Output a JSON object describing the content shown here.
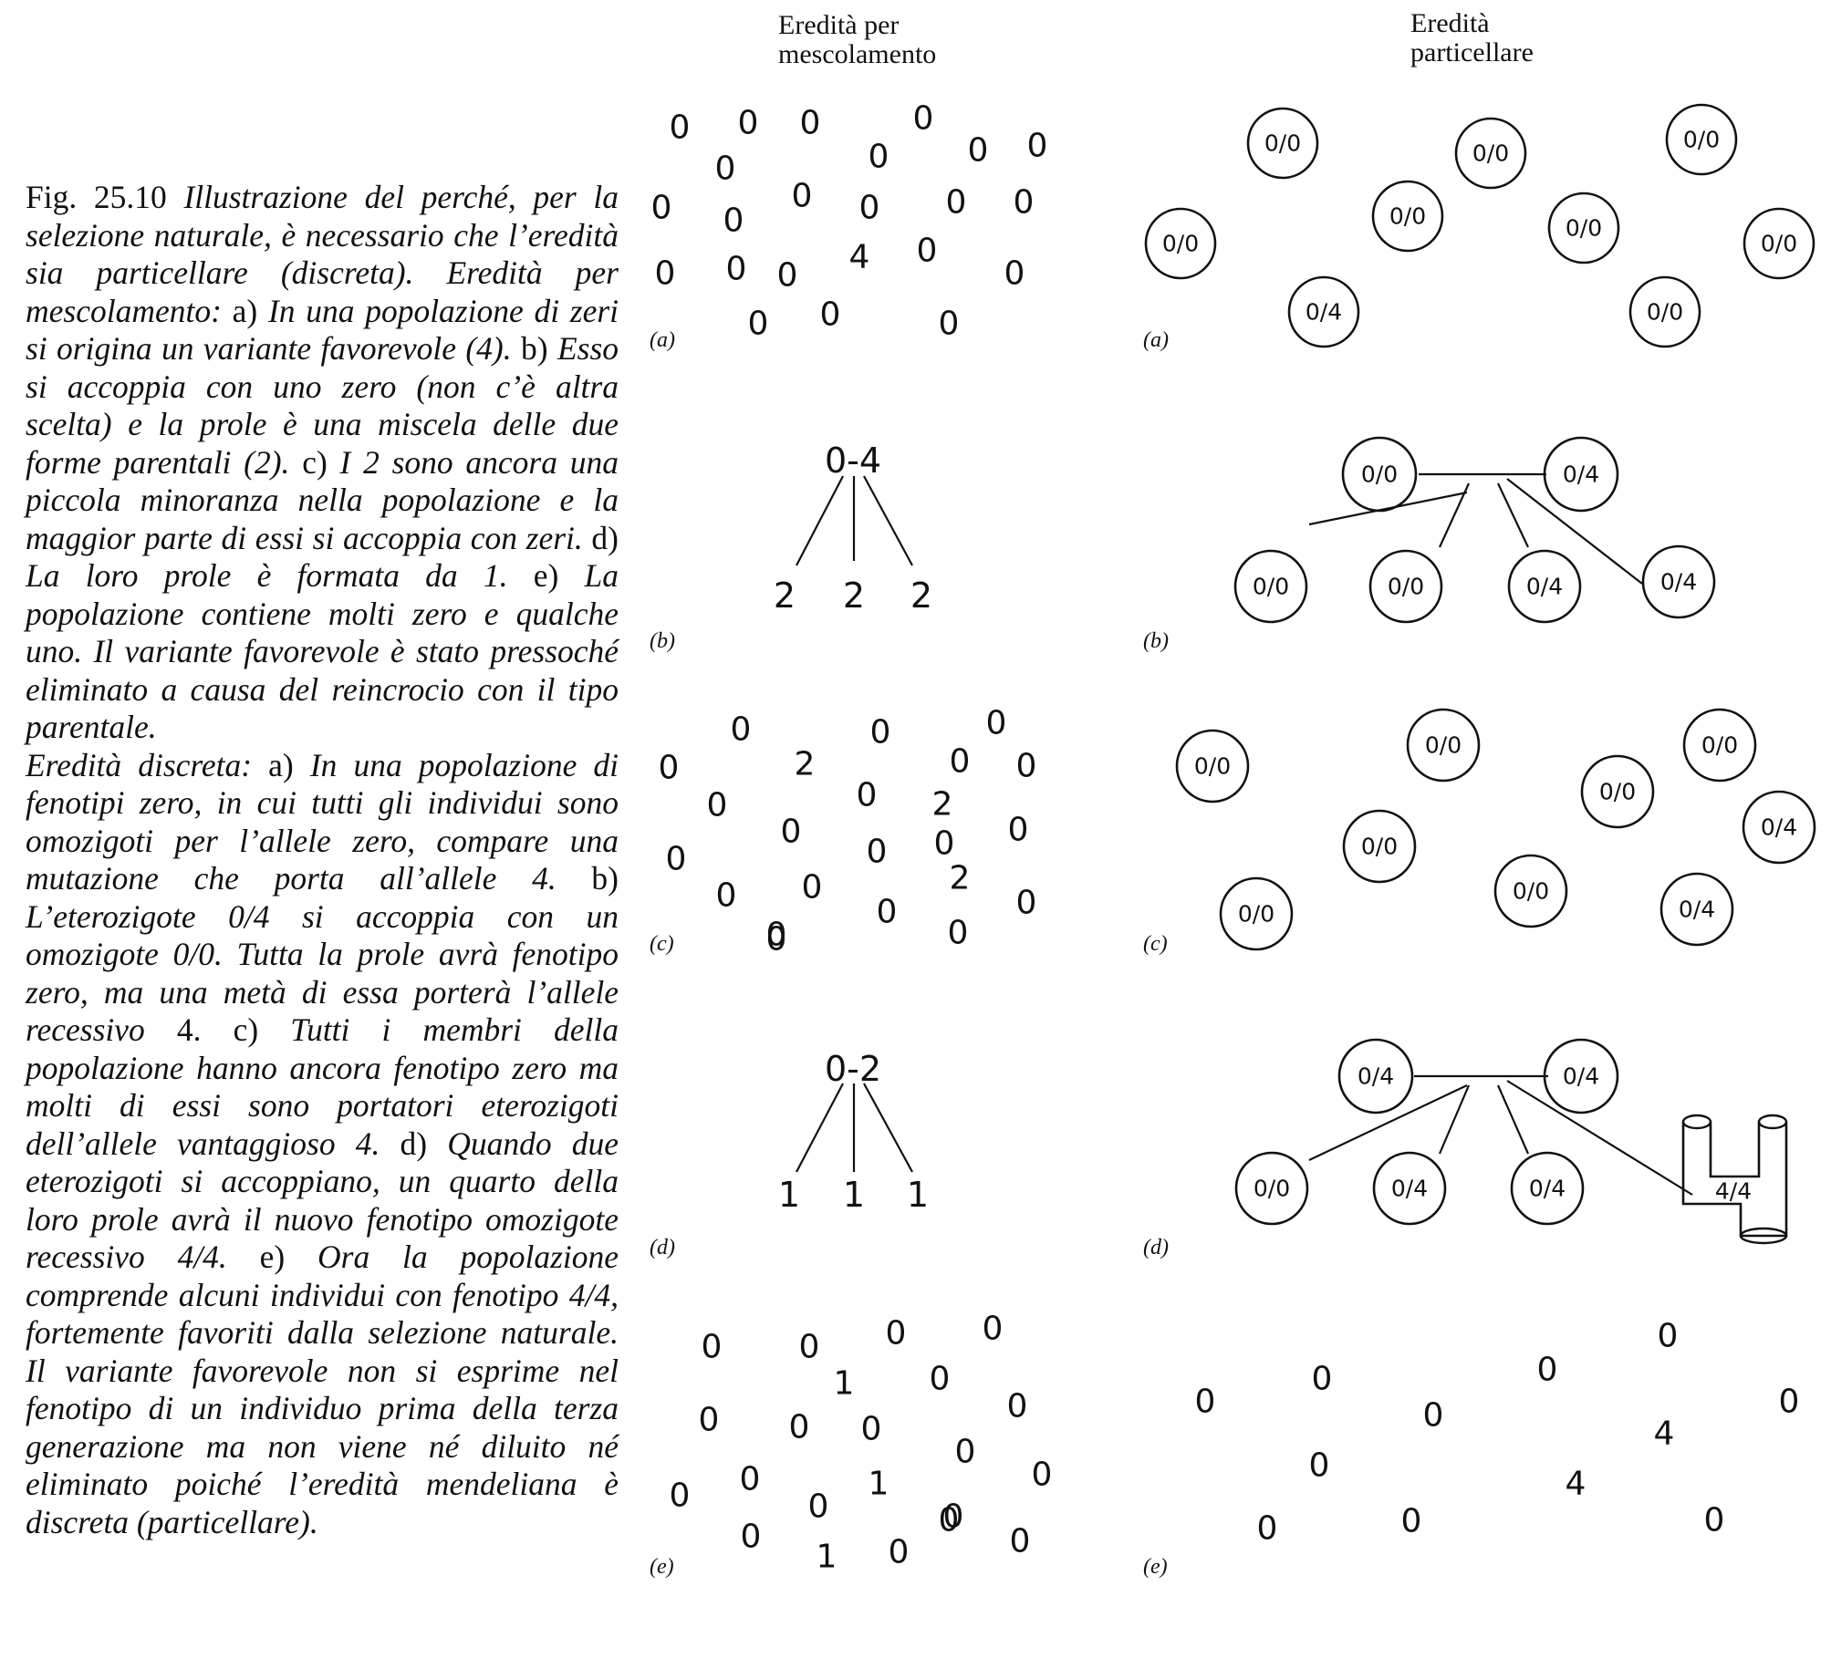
{
  "caption": {
    "fig_label": "Fig. 25.10",
    "intro": "Illustrazione del perché, per la selezione naturale, è necessario che l’eredità sia particellare (discreta).",
    "blending_title": "Eredità per mescolamento:",
    "blending": [
      {
        "letter": "a)",
        "text": "In una popolazione di zeri si origina un variante favorevole (4)."
      },
      {
        "letter": "b)",
        "text": "Esso si accoppia con uno zero (non c’è altra scelta) e la prole è una miscela delle due forme parentali (2)."
      },
      {
        "letter": "c)",
        "text": "I 2 sono ancora una piccola minoranza nella popolazione e la maggior parte di essi si accoppia con zeri."
      },
      {
        "letter": "d)",
        "text": "La loro prole è formata da 1."
      },
      {
        "letter": "e)",
        "text": "La popolazione contiene molti zero e qualche uno. Il variante favorevole è stato pressoché eliminato a causa del reincrocio con il tipo parentale."
      }
    ],
    "discrete_title": "Eredità discreta:",
    "discrete": [
      {
        "letter": "a)",
        "text": "In una popolazione di fenotipi zero, in cui tutti gli individui sono omozigoti per l’allele zero, compare una mutazione che porta all’allele 4."
      },
      {
        "letter": "b)",
        "text": "L’eterozigote 0/4 si accoppia con un omozigote 0/0. Tutta la prole avrà fenotipo zero, ma una metà di essa porterà l’allele recessivo",
        "tail_plain": "4.",
        "has_tail": true
      },
      {
        "letter": "c)",
        "text": "Tutti i membri della popolazione hanno ancora fenotipo zero ma molti di essi sono portatori eterozigoti dell’allele vantaggioso 4."
      },
      {
        "letter": "d)",
        "text": "Quando due eterozigoti si accoppiano, un quarto della loro prole avrà il nuovo fenotipo omozigote recessivo 4/4."
      },
      {
        "letter": "e)",
        "text": "Ora la popolazione comprende alcuni individui con fenotipo 4/4, fortemente favoriti dalla selezione naturale. Il variante favorevole non si esprime nel fenotipo di un individuo prima della terza generazione ma non viene né diluito né eliminato poiché l’eredità mendeliana è discreta (particellare)."
      }
    ]
  },
  "headers": {
    "blending": [
      "Eredità per",
      "mescolamento"
    ],
    "particulate": [
      "Eredità",
      "particellare"
    ]
  },
  "panel_labels": [
    "(a)",
    "(b)",
    "(c)",
    "(d)",
    "(e)"
  ],
  "blending_panels": {
    "a": [
      "0",
      "0",
      "0",
      "0",
      "0",
      "0",
      "0",
      "0",
      "0",
      "0",
      "0",
      "0",
      "0",
      "0",
      "0",
      "0",
      "0",
      "4",
      "0",
      "0",
      "0",
      "0",
      "0"
    ],
    "b": {
      "parents": "0-4",
      "offspring": [
        "2",
        "2",
        "2"
      ]
    },
    "c": [
      "0",
      "0",
      "0",
      "0",
      "2",
      "0",
      "0",
      "0",
      "0",
      "2",
      "0",
      "0",
      "0",
      "0",
      "0",
      "0",
      "2",
      "0",
      "0",
      "0",
      "0",
      "0",
      "0",
      "0"
    ],
    "d": {
      "parents": "0-2",
      "offspring": [
        "1",
        "1",
        "1"
      ]
    },
    "e": [
      "0",
      "0",
      "0",
      "0",
      "1",
      "0",
      "0",
      "0",
      "0",
      "0",
      "0",
      "0",
      "1",
      "0",
      "0",
      "0",
      "0",
      "0",
      "1",
      "0",
      "0",
      "0"
    ]
  },
  "particulate_panels": {
    "a": [
      "0/0",
      "0/0",
      "0/0",
      "0/0",
      "0/0",
      "0/0",
      "0/0",
      "0/4",
      "0/0"
    ],
    "b": {
      "parents": [
        "0/0",
        "0/4"
      ],
      "offspring": [
        "0/0",
        "0/0",
        "0/4",
        "0/4"
      ]
    },
    "c": [
      "0/0",
      "0/0",
      "0/0",
      "0/0",
      "0/4",
      "0/0",
      "0/0",
      "0/0",
      "0/4"
    ],
    "d": {
      "parents": [
        "0/4",
        "0/4"
      ],
      "offspring": [
        "0/0",
        "0/4",
        "0/4",
        "4/4"
      ]
    },
    "e": [
      "0",
      "0",
      "0",
      "0",
      "0",
      "0",
      "4",
      "0",
      "4",
      "0",
      "0",
      "0"
    ]
  }
}
